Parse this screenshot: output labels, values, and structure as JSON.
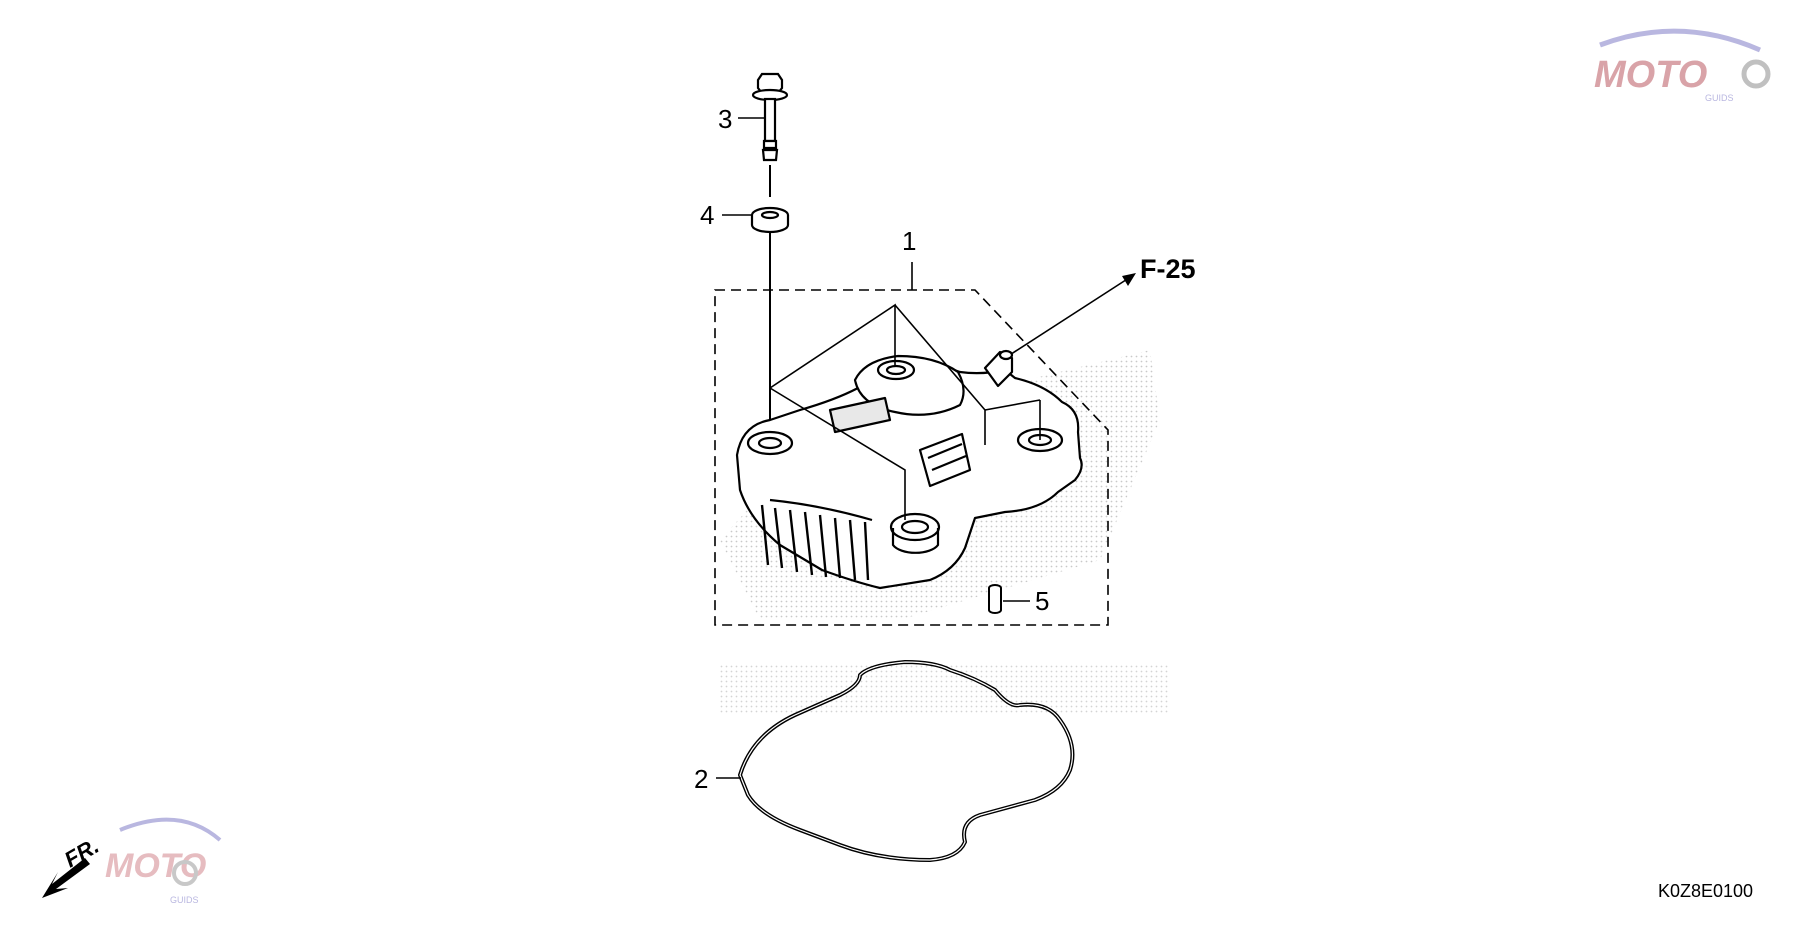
{
  "callouts": {
    "part_1": "1",
    "part_2": "2",
    "part_3": "3",
    "part_4": "4",
    "part_5": "5"
  },
  "reference": "F-25",
  "diagram_code": "K0Z8E0100",
  "front_marker": "FR.",
  "colors": {
    "line": "#000000",
    "watermark": "#d9d9d9",
    "logo_red": "#d9a3a8",
    "logo_blue": "#b9b7e0"
  },
  "icons": {
    "front_arrow": "arrow-down-left-icon",
    "logo": "moto-guids-logo"
  }
}
